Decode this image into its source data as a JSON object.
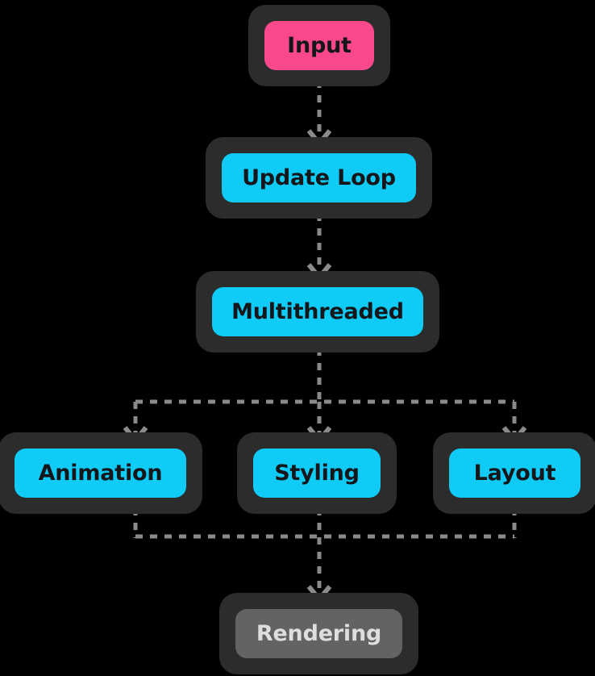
{
  "diagram": {
    "title": "Rendering pipeline flowchart",
    "type": "flowchart",
    "orientation": "top-to-bottom",
    "background_color": "#000000",
    "edge_color": "#8a8a8a",
    "edge_style": "dashed",
    "node_border_color": "#2c2c2c",
    "colors": {
      "pink": "#f9488c",
      "cyan": "#0fcbf5",
      "gray": "#636363",
      "dark_text": "#14161a",
      "light_text": "#dedede",
      "edge": "#8a8a8a"
    },
    "nodes": [
      {
        "id": "input",
        "label": "Input",
        "fill": "pink",
        "text_color": "#14161a"
      },
      {
        "id": "update_loop",
        "label": "Update Loop",
        "fill": "cyan",
        "text_color": "#14161a"
      },
      {
        "id": "multithreaded",
        "label": "Multithreaded",
        "fill": "cyan",
        "text_color": "#14161a"
      },
      {
        "id": "animation",
        "label": "Animation",
        "fill": "cyan",
        "text_color": "#14161a"
      },
      {
        "id": "styling",
        "label": "Styling",
        "fill": "cyan",
        "text_color": "#14161a"
      },
      {
        "id": "layout",
        "label": "Layout",
        "fill": "cyan",
        "text_color": "#14161a"
      },
      {
        "id": "rendering",
        "label": "Rendering",
        "fill": "gray",
        "text_color": "#dedede"
      }
    ],
    "edges": [
      {
        "from": "input",
        "to": "update_loop",
        "style": "dashed",
        "arrow": "chevron"
      },
      {
        "from": "update_loop",
        "to": "multithreaded",
        "style": "dashed",
        "arrow": "chevron"
      },
      {
        "from": "multithreaded",
        "to": "animation",
        "style": "dashed",
        "arrow": "chevron"
      },
      {
        "from": "multithreaded",
        "to": "styling",
        "style": "dashed",
        "arrow": "chevron"
      },
      {
        "from": "multithreaded",
        "to": "layout",
        "style": "dashed",
        "arrow": "chevron"
      },
      {
        "from": "animation",
        "to": "rendering",
        "style": "dashed",
        "arrow": "chevron"
      },
      {
        "from": "styling",
        "to": "rendering",
        "style": "dashed",
        "arrow": "chevron"
      },
      {
        "from": "layout",
        "to": "rendering",
        "style": "dashed",
        "arrow": "chevron"
      }
    ]
  }
}
